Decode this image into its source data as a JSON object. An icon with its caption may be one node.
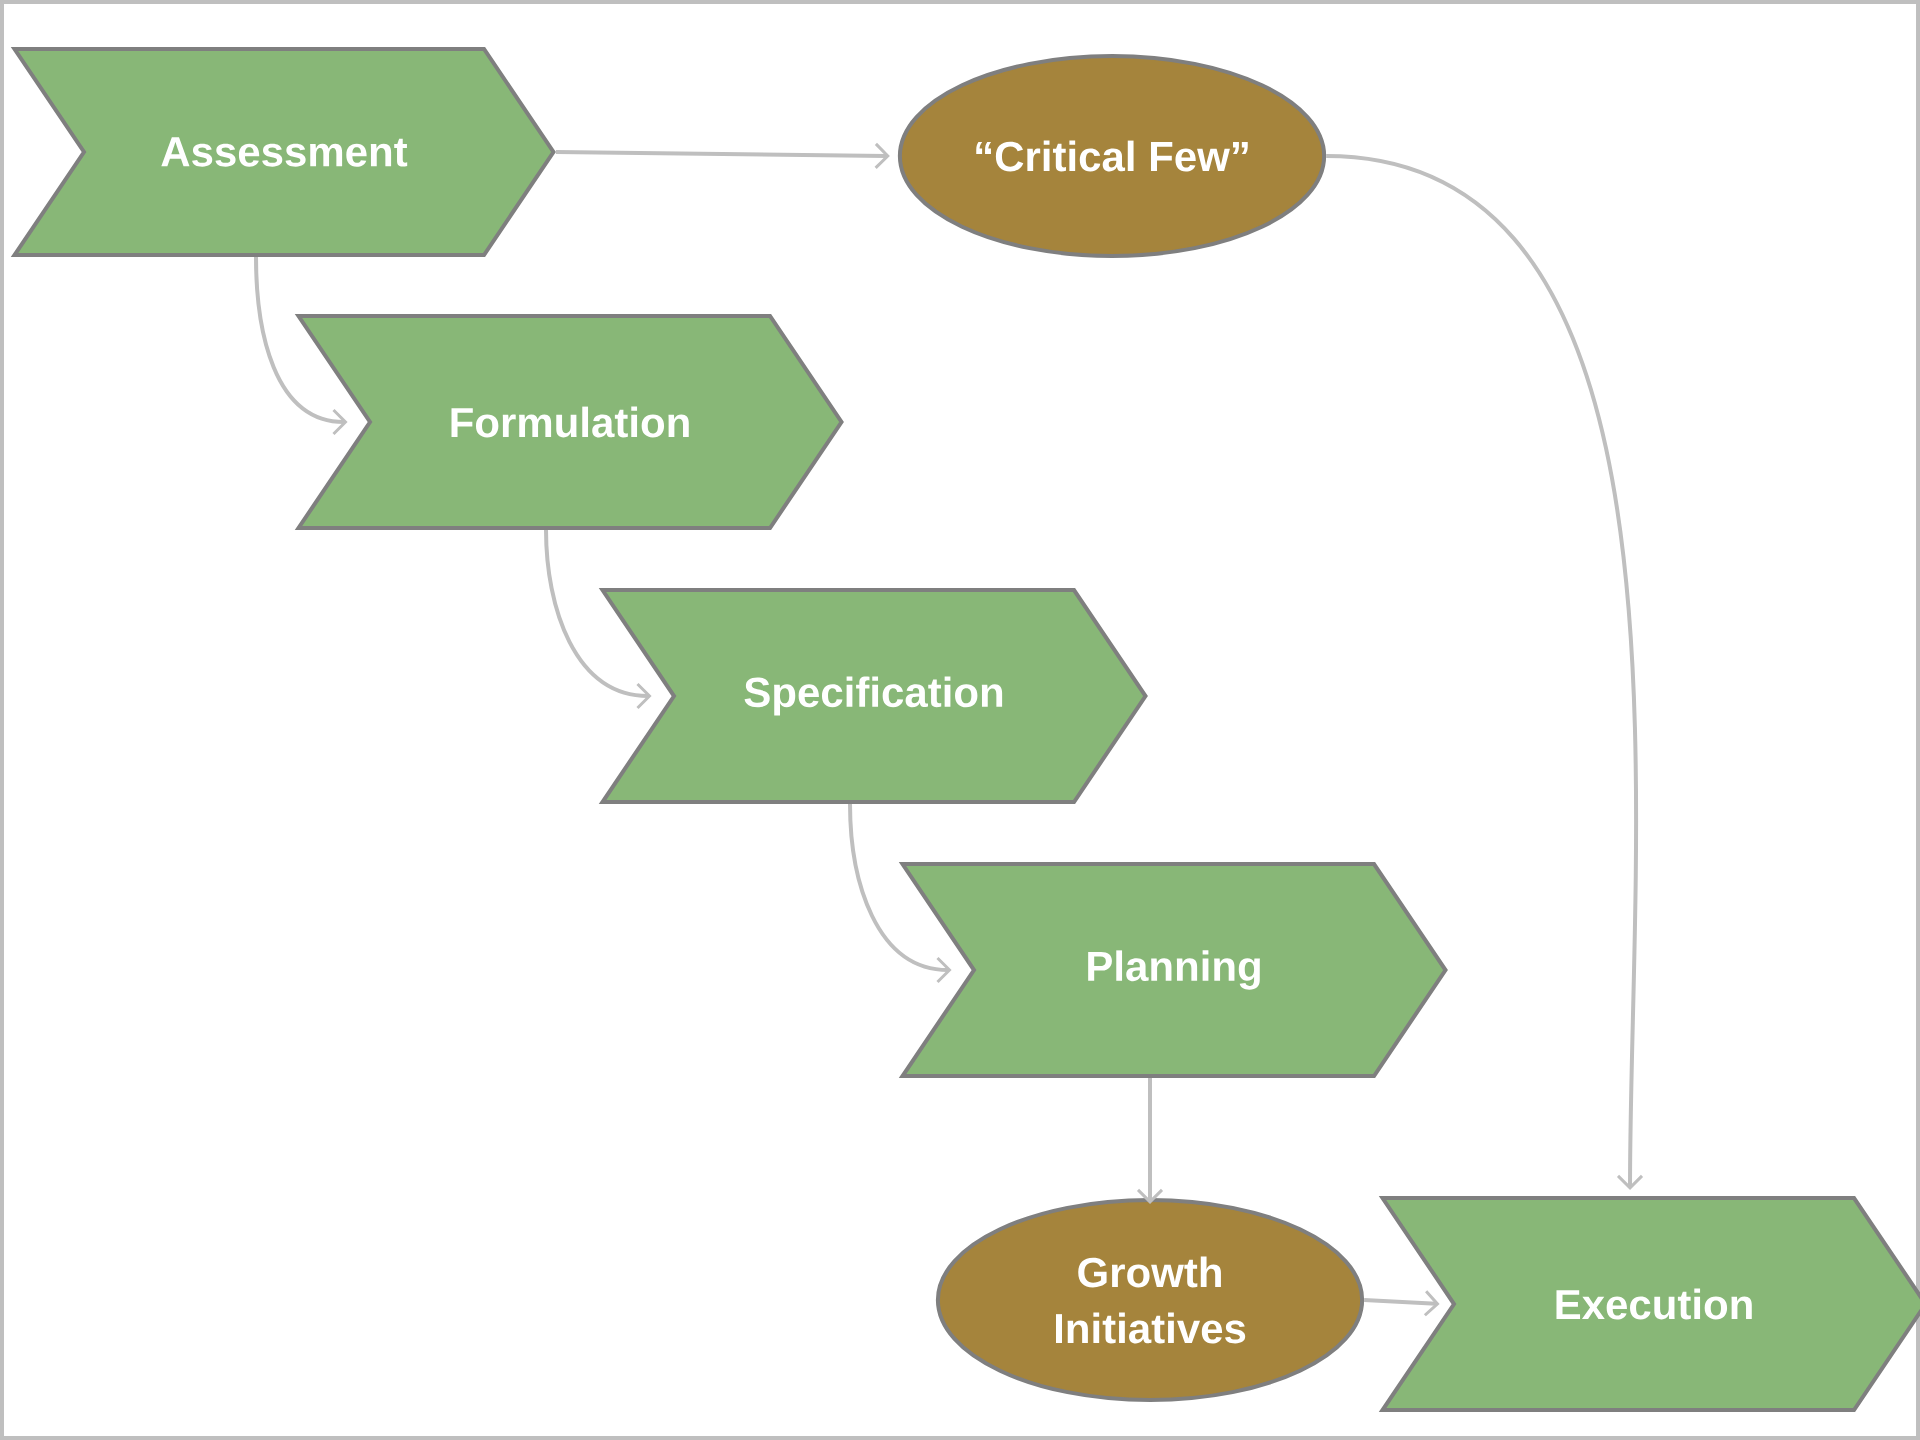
{
  "diagram": {
    "nodes": [
      {
        "text": [
          "Assessment"
        ]
      },
      {
        "text": [
          "“Critical Few”"
        ]
      },
      {
        "text": [
          "Formulation"
        ]
      },
      {
        "text": [
          "Specification"
        ]
      },
      {
        "text": [
          "Planning"
        ]
      },
      {
        "text": [
          "Growth Initiatives"
        ]
      },
      {
        "text": [
          "Execution"
        ]
      }
    ],
    "edges": [
      {
        "from": 0,
        "to": 1,
        "arrow": "to"
      },
      {
        "from": 0,
        "to": 2,
        "arrow": "to"
      },
      {
        "from": 2,
        "to": 3,
        "arrow": "to"
      },
      {
        "from": 3,
        "to": 4,
        "arrow": "to"
      },
      {
        "from": 4,
        "to": 5,
        "arrow": "to"
      },
      {
        "from": 5,
        "to": 6,
        "arrow": "to"
      },
      {
        "from": 1,
        "to": 6,
        "arrow": "to"
      }
    ]
  }
}
